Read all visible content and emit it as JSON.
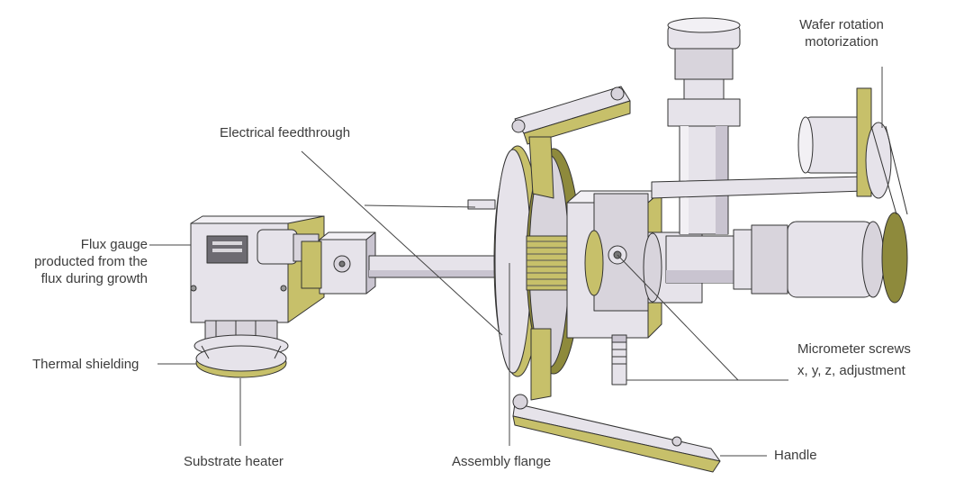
{
  "labels": {
    "wafer_rotation": [
      "Wafer rotation",
      "motorization"
    ],
    "electrical_feedthrough": "Electrical feedthrough",
    "flux_gauge": [
      "Flux gauge",
      "producted from the",
      "flux during growth"
    ],
    "thermal_shielding": "Thermal shielding",
    "substrate_heater": "Substrate heater",
    "assembly_flange": "Assembly flange",
    "handle": "Handle",
    "micrometer": [
      "Micrometer screws",
      "x, y, z, adjustment"
    ]
  },
  "colors": {
    "body": "#e6e3ea",
    "body_shade": "#c9c4d0",
    "accent": "#c7c06a",
    "accent_dark": "#8e8a3c",
    "outline": "#333333",
    "leader": "#444444",
    "text": "#3c3c3c"
  }
}
